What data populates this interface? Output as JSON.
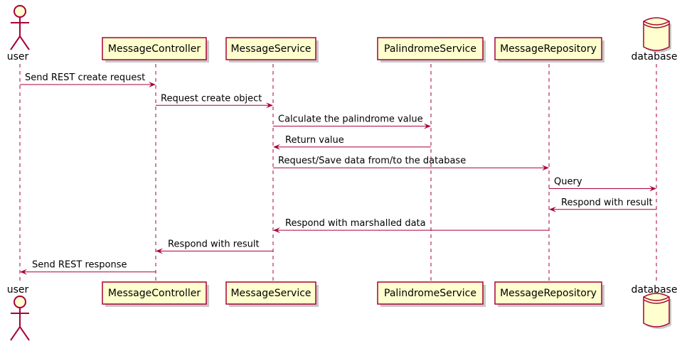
{
  "colors": {
    "line": "#a80036",
    "box_fill": "#fefece",
    "shadow": "#c8c8c8",
    "text": "#000000"
  },
  "participants": [
    {
      "name": "user",
      "kind": "actor"
    },
    {
      "name": "MessageController",
      "kind": "participant"
    },
    {
      "name": "MessageService",
      "kind": "participant"
    },
    {
      "name": "PalindromeService",
      "kind": "participant"
    },
    {
      "name": "MessageRepository",
      "kind": "participant"
    },
    {
      "name": "database",
      "kind": "database"
    }
  ],
  "messages": [
    {
      "from": 0,
      "to": 1,
      "label": "Send REST create request"
    },
    {
      "from": 1,
      "to": 2,
      "label": "Request create object"
    },
    {
      "from": 2,
      "to": 3,
      "label": "Calculate the palindrome value"
    },
    {
      "from": 3,
      "to": 2,
      "label": "Return value"
    },
    {
      "from": 2,
      "to": 4,
      "label": "Request/Save data from/to the database"
    },
    {
      "from": 4,
      "to": 5,
      "label": "Query"
    },
    {
      "from": 5,
      "to": 4,
      "label": "Respond with result"
    },
    {
      "from": 4,
      "to": 2,
      "label": "Respond with marshalled data"
    },
    {
      "from": 2,
      "to": 1,
      "label": "Respond with result"
    },
    {
      "from": 1,
      "to": 0,
      "label": "Send REST response"
    }
  ]
}
